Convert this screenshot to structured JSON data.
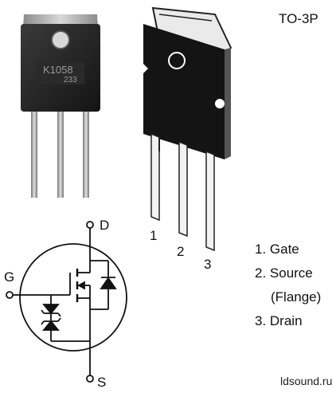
{
  "package": "TO-3P",
  "part_marking": "K1058",
  "part_sub_marking": "233",
  "terminals": {
    "drain": "D",
    "gate": "G",
    "source": "S"
  },
  "pin_numbers": [
    "1",
    "2",
    "3"
  ],
  "pin_list": [
    "1. Gate",
    "2. Source",
    "(Flange)",
    "3. Drain"
  ],
  "website": "ldsound.ru",
  "colors": {
    "body": "#1a1a1a",
    "metal": "#c8c8c8",
    "line": "#111111"
  }
}
